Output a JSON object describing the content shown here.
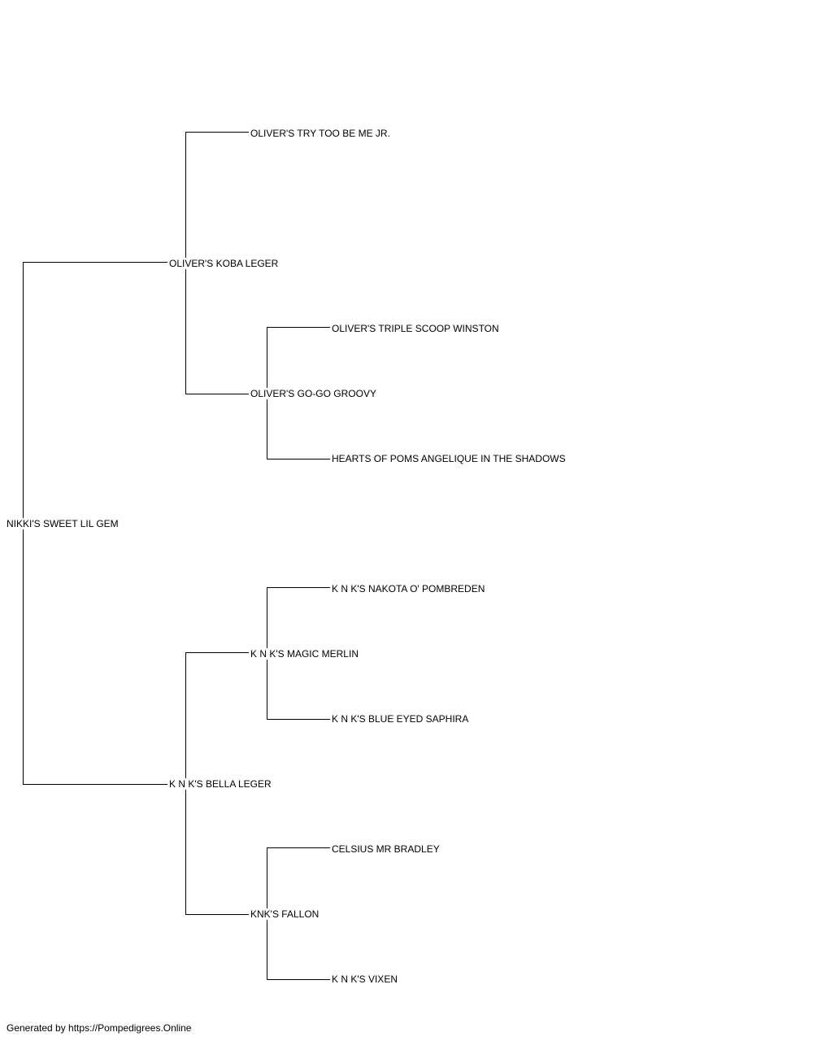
{
  "pedigree": {
    "subject": "NIKKI'S SWEET LIL GEM",
    "sire": "OLIVER'S KOBA LEGER",
    "dam": "K N K'S BELLA LEGER",
    "sire_sire": "OLIVER'S TRY TOO BE ME JR.",
    "sire_dam": "OLIVER'S GO-GO GROOVY",
    "sire_dam_sire": "OLIVER'S TRIPLE SCOOP WINSTON",
    "sire_dam_dam": "HEARTS OF POMS ANGELIQUE IN THE SHADOWS",
    "dam_sire": "K N K'S MAGIC MERLIN",
    "dam_sire_sire": "K N K'S NAKOTA O' POMBREDEN",
    "dam_sire_dam": "K N K'S BLUE EYED SAPHIRA",
    "dam_dam": "KNK'S FALLON",
    "dam_dam_sire": "CELSIUS MR BRADLEY",
    "dam_dam_dam": "K N K'S VIXEN"
  },
  "footer": {
    "text": "Generated by https://Pompedigrees.Online"
  },
  "colors": {
    "line": "#000000",
    "text": "#000000",
    "background": "#ffffff"
  }
}
